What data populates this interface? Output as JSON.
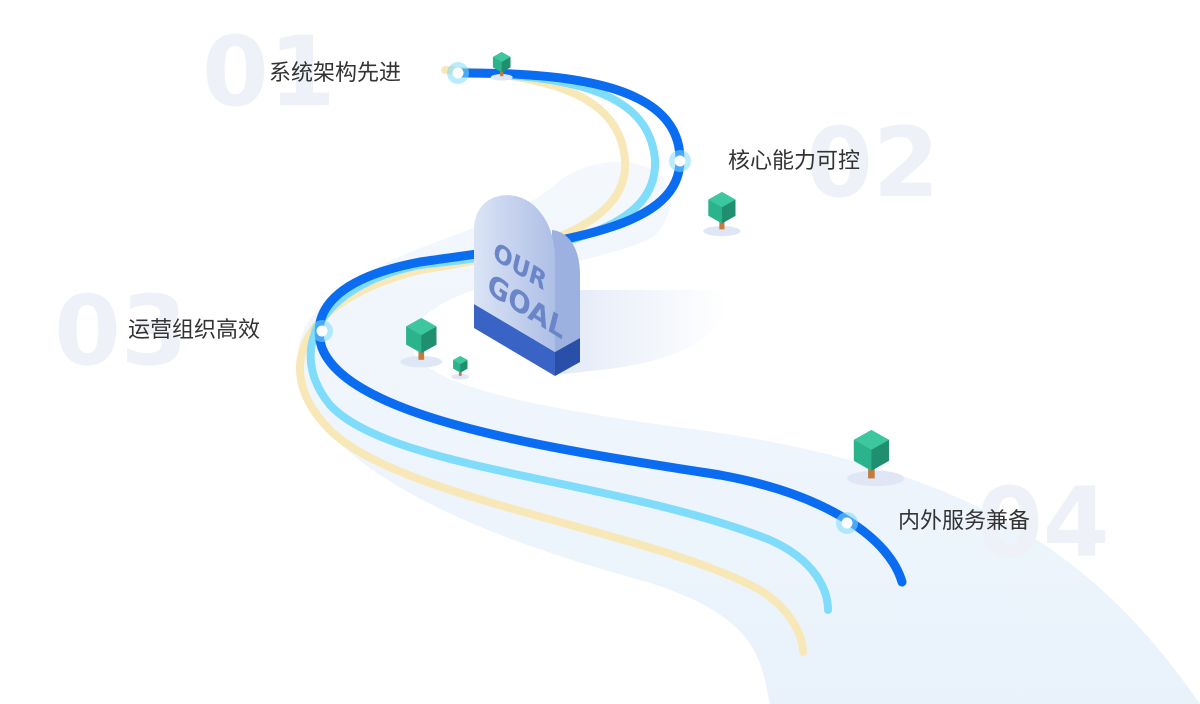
{
  "goal": {
    "line1": "OUR",
    "line2": "GOAL"
  },
  "milestones": [
    {
      "number": "01",
      "label": "系统架构先进"
    },
    {
      "number": "02",
      "label": "核心能力可控"
    },
    {
      "number": "03",
      "label": "运营组织高效"
    },
    {
      "number": "04",
      "label": "内外服务兼备"
    }
  ],
  "colors": {
    "primary_path": "#0a6cf0",
    "secondary_path": "#7fdcfb",
    "tertiary_path": "#f8e8b8",
    "road": "#eef5fc",
    "number_watermark": "#eef2f8",
    "label_text": "#333333",
    "tree_top": "#2bb38c",
    "tree_trunk": "#c77a3a",
    "goal_face": "#c8d5f0",
    "goal_base": "#3a63c6"
  }
}
